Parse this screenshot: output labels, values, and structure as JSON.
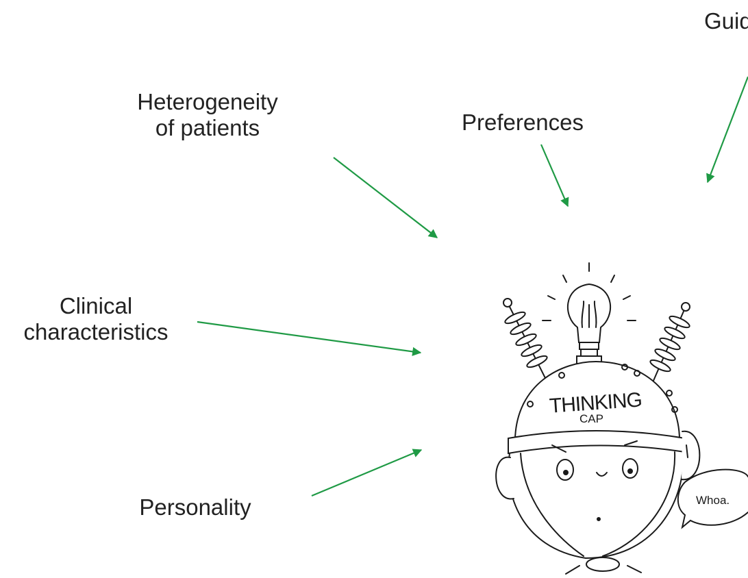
{
  "labels": {
    "heterogeneity_line1": "Heterogeneity",
    "heterogeneity_line2": "of patients",
    "preferences": "Preferences",
    "clinical_line1": "Clinical",
    "clinical_line2": "characteristics",
    "personality": "Personality",
    "guidelines_partial": "Guid"
  },
  "cartoon": {
    "cap_text_line1": "THINKING",
    "cap_text_line2": "CAP",
    "speech_bubble": "Whoa."
  },
  "colors": {
    "arrow": "#1f9a45",
    "text": "#222222",
    "ink": "#1a1a1a"
  }
}
